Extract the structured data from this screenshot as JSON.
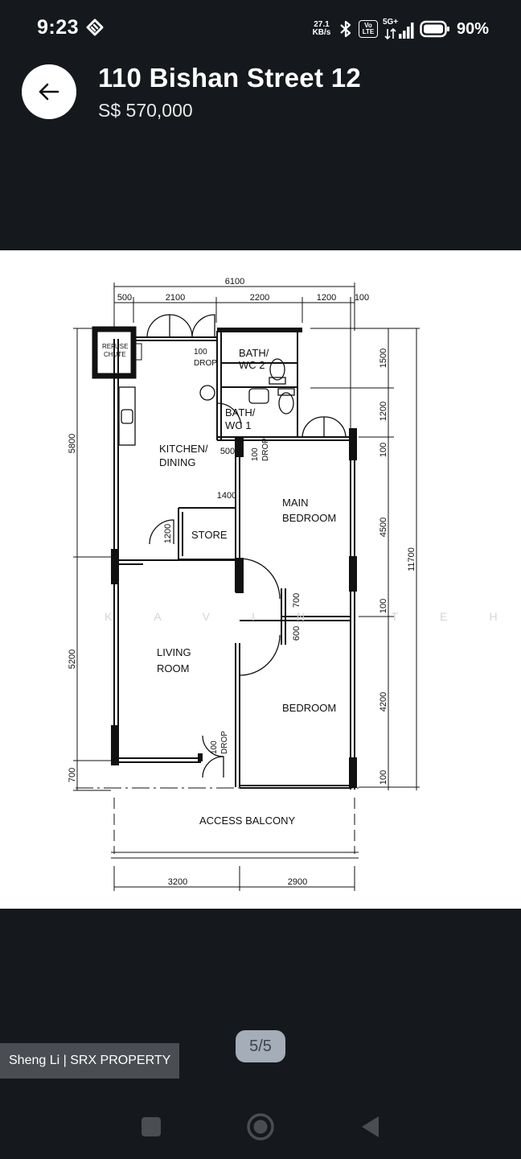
{
  "status_bar": {
    "time": "9:23",
    "net_speed_value": "27.1",
    "net_speed_unit": "KB/s",
    "volte_label_top": "Vo",
    "volte_label_bottom": "LTE",
    "signal_label": "5G+",
    "battery_percent": "90%"
  },
  "header": {
    "title": "110 Bishan Street 12",
    "price": "S$ 570,000"
  },
  "floorplan": {
    "dim_top_total": "6100",
    "dim_top_segments": [
      "500",
      "2100",
      "2200",
      "1200",
      "100"
    ],
    "dim_bottom_segments": [
      "3200",
      "2900"
    ],
    "dim_left": [
      "5800",
      "5200",
      "700"
    ],
    "dim_right_inner": [
      "1500",
      "1200",
      "100",
      "4500",
      "100",
      "4200",
      "100"
    ],
    "dim_right_total": "11700",
    "dim_misc": {
      "kitchen_500": "500",
      "store_1400": "1400",
      "store_1200": "1200",
      "door_700": "700",
      "door_600": "600"
    },
    "rooms": {
      "refuse_chute_1": "REFUSE",
      "refuse_chute_2": "CHUTE",
      "bath_wc2_1": "BATH/",
      "bath_wc2_2": "WC 2",
      "bath_wc1_1": "BATH/",
      "bath_wc1_2": "WC 1",
      "kitchen_1": "KITCHEN/",
      "kitchen_2": "DINING",
      "store": "STORE",
      "main_bedroom_1": "MAIN",
      "main_bedroom_2": "BEDROOM",
      "living_1": "LIVING",
      "living_2": "ROOM",
      "bedroom": "BEDROOM",
      "access_balcony": "ACCESS BALCONY"
    },
    "drops": {
      "drop1_num": "100",
      "drop1_label": "DROP",
      "drop2_num": "100",
      "drop2_label": "DROP",
      "drop3_num": "100",
      "drop3_label": "DROP"
    },
    "watermark": "KAVIN TEH"
  },
  "agent_credit": "Sheng Li | SRX PROPERTY",
  "photo_counter": "5/5",
  "colors": {
    "background": "#15181c",
    "counter_bg": "#a4adb8",
    "credit_bg": "#4a4d52"
  }
}
